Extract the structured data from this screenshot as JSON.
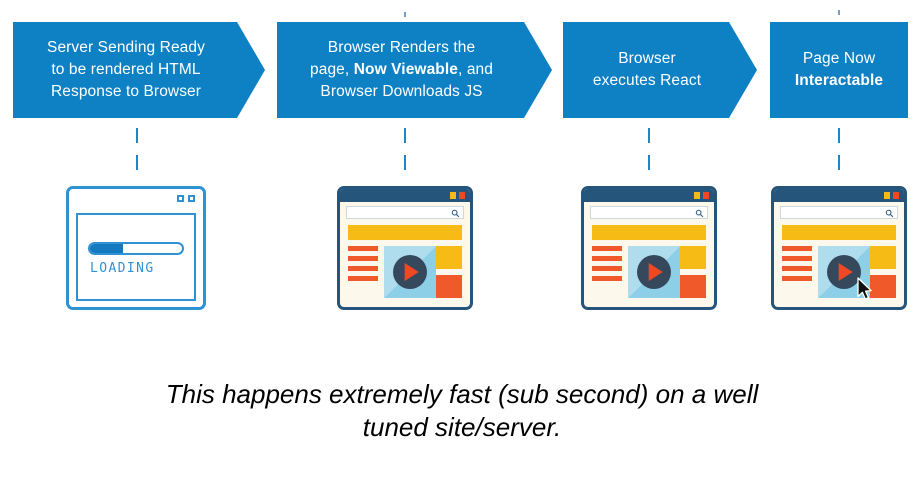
{
  "colors": {
    "arrow_blue": "#0e80c4",
    "sketch_blue": "#2f92d4",
    "progress_blue": "#1579c0",
    "browser_navy": "#26557c",
    "browser_page": "#fdf8ec",
    "accent_yellow": "#f6bb15",
    "accent_orange": "#f05a2b",
    "accent_red": "#ef4823",
    "media_blue": "#8ccfe6",
    "play_circle_navy": "#36495c",
    "text_white": "#ffffff",
    "text_black": "#000000"
  },
  "steps": [
    {
      "id": "step-1",
      "shape": "arrow",
      "line_1": "Server Sending Ready",
      "line_2": "to be rendered HTML",
      "line_3": "Response to Browser",
      "emphasis": ""
    },
    {
      "id": "step-2",
      "shape": "arrow",
      "line_1": "Browser Renders the",
      "line_2_before": "page, ",
      "emphasis": "Now Viewable",
      "line_2_after": ", and",
      "line_3": "Browser Downloads JS"
    },
    {
      "id": "step-3",
      "shape": "arrow",
      "line_1": "Browser",
      "line_2": "executes React",
      "emphasis": ""
    },
    {
      "id": "step-4",
      "shape": "rect",
      "line_1": "Page Now",
      "emphasis": "Interactable"
    }
  ],
  "icons": {
    "loading_window": {
      "name": "loading-window-icon",
      "status_text": "LOADING",
      "progress_percent": 36
    },
    "browser_windows": [
      {
        "name": "browser-window-rendered-icon",
        "has_cursor": false
      },
      {
        "name": "browser-window-react-icon",
        "has_cursor": false
      },
      {
        "name": "browser-window-interactive-icon",
        "has_cursor": true
      }
    ],
    "window_controls": [
      "minimize-square",
      "close-square"
    ],
    "search_icon": "magnifier-icon",
    "play_icon": "play-triangle-icon",
    "cursor_icon": "mouse-pointer-icon"
  },
  "caption": {
    "text": "This happens extremely fast (sub second) on a well\ntuned site/server."
  }
}
